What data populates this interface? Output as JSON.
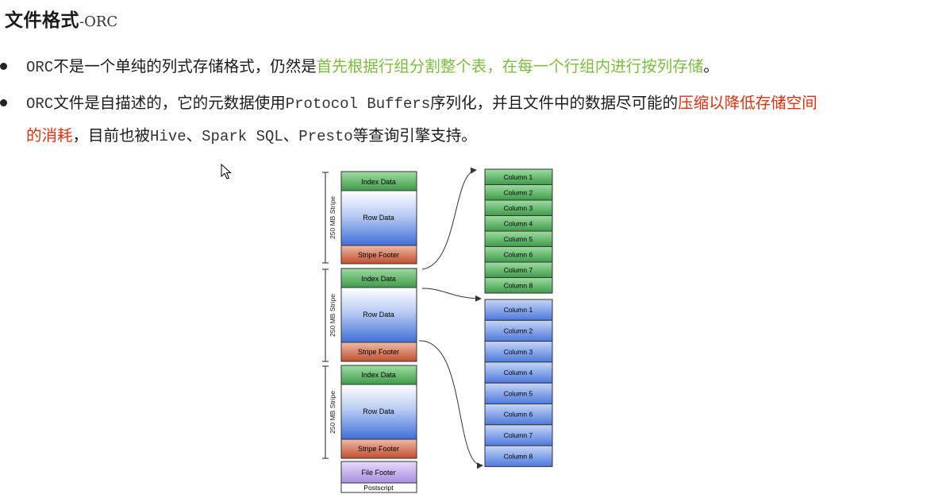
{
  "title": {
    "main": "文件格式",
    "suffix": "-ORC"
  },
  "bullets": [
    {
      "segments": [
        {
          "t": "ORC",
          "s": "mono"
        },
        {
          "t": "不是一个单纯的列式存储格式，仍然是",
          "s": ""
        },
        {
          "t": "首先根据行组分割整个表，在每一个行组内进行按列存储",
          "s": "green"
        },
        {
          "t": "。",
          "s": ""
        }
      ]
    },
    {
      "segments": [
        {
          "t": "ORC",
          "s": "mono"
        },
        {
          "t": "文件是自描述的，它的元数据使用",
          "s": ""
        },
        {
          "t": "Protocol Buffers",
          "s": "mono"
        },
        {
          "t": "序列化，并且文件中的数据尽可能的",
          "s": ""
        },
        {
          "t": "压缩以降低存储空间",
          "s": "red"
        }
      ]
    },
    {
      "segments": [
        {
          "t": "的消耗",
          "s": "red"
        },
        {
          "t": "，目前也被",
          "s": ""
        },
        {
          "t": "Hive",
          "s": "mono"
        },
        {
          "t": "、",
          "s": ""
        },
        {
          "t": "Spark SQL",
          "s": "mono"
        },
        {
          "t": "、",
          "s": ""
        },
        {
          "t": "Presto",
          "s": "mono"
        },
        {
          "t": "等查询引擎支持。",
          "s": ""
        }
      ]
    }
  ],
  "diagram": {
    "stripe_label": "250 MB Stripe",
    "index_label": "Index Data",
    "row_label": "Row Data",
    "footer_label": "Stripe Footer",
    "file_footer": "File Footer",
    "postscript": "Postscript",
    "columns": [
      "Column 1",
      "Column 2",
      "Column 3",
      "Column 4",
      "Column 5",
      "Column 6",
      "Column 7",
      "Column 8"
    ],
    "colors": {
      "green": "#4caf50",
      "blue": "#3f6fd8",
      "red": "#c85a3c",
      "purple": "#b49be0"
    }
  }
}
